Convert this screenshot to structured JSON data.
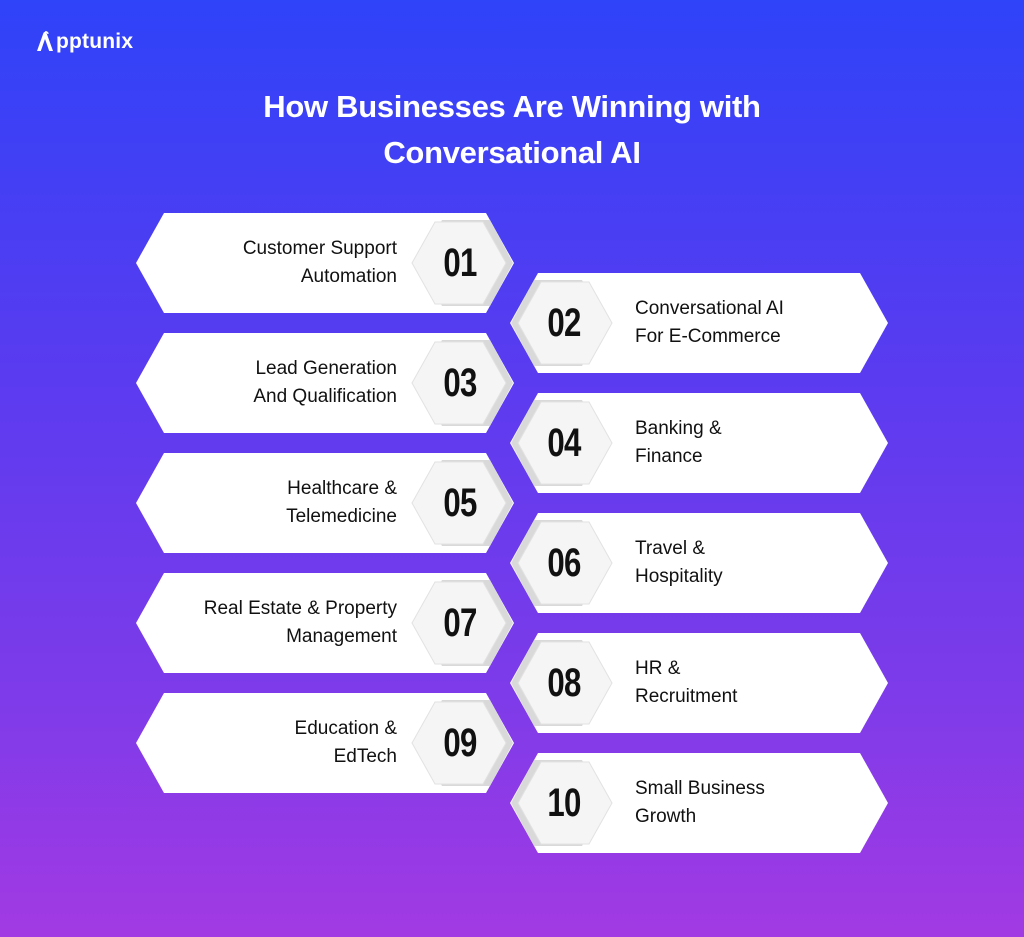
{
  "brand": {
    "name": "Apptunix"
  },
  "title": {
    "line1": "How Businesses Are Winning with",
    "line2": "Conversational AI"
  },
  "items": [
    {
      "number": "01",
      "line1": "Customer Support",
      "line2": "Automation"
    },
    {
      "number": "02",
      "line1": "Conversational AI",
      "line2": "For E-Commerce"
    },
    {
      "number": "03",
      "line1": "Lead Generation",
      "line2": "And Qualification"
    },
    {
      "number": "04",
      "line1": "Banking &",
      "line2": "Finance"
    },
    {
      "number": "05",
      "line1": "Healthcare &",
      "line2": "Telemedicine"
    },
    {
      "number": "06",
      "line1": "Travel &",
      "line2": "Hospitality"
    },
    {
      "number": "07",
      "line1": "Real Estate & Property",
      "line2": "Management"
    },
    {
      "number": "08",
      "line1": "HR &",
      "line2": "Recruitment"
    },
    {
      "number": "09",
      "line1": "Education &",
      "line2": "EdTech"
    },
    {
      "number": "10",
      "line1": "Small Business",
      "line2": "Growth"
    }
  ]
}
